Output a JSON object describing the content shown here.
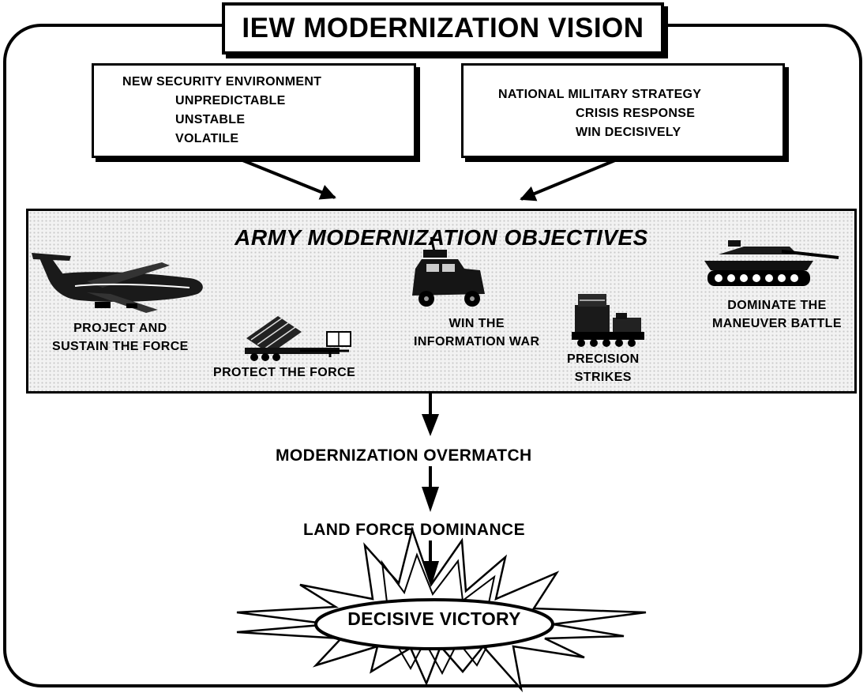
{
  "title": "IEW MODERNIZATION VISION",
  "left_box": {
    "heading": "NEW SECURITY ENVIRONMENT",
    "lines": [
      "UNPREDICTABLE",
      "UNSTABLE",
      "VOLATILE"
    ]
  },
  "right_box": {
    "heading": "NATIONAL MILITARY STRATEGY",
    "lines": [
      "CRISIS RESPONSE",
      "WIN DECISIVELY"
    ]
  },
  "objectives": {
    "title": "ARMY MODERNIZATION OBJECTIVES",
    "items": [
      {
        "lines": [
          "PROJECT AND",
          "SUSTAIN THE FORCE"
        ],
        "icon": "cargo-plane-icon"
      },
      {
        "lines": [
          "PROTECT THE FORCE"
        ],
        "icon": "missile-launcher-icon"
      },
      {
        "lines": [
          "WIN THE",
          "INFORMATION WAR"
        ],
        "icon": "humvee-icon"
      },
      {
        "lines": [
          "PRECISION",
          "STRIKES"
        ],
        "icon": "rocket-launcher-icon"
      },
      {
        "lines": [
          "DOMINATE THE",
          "MANEUVER BATTLE"
        ],
        "icon": "tank-icon"
      }
    ]
  },
  "flow": {
    "step1": "MODERNIZATION OVERMATCH",
    "step2": "LAND FORCE DOMINANCE",
    "result": "DECISIVE VICTORY"
  }
}
